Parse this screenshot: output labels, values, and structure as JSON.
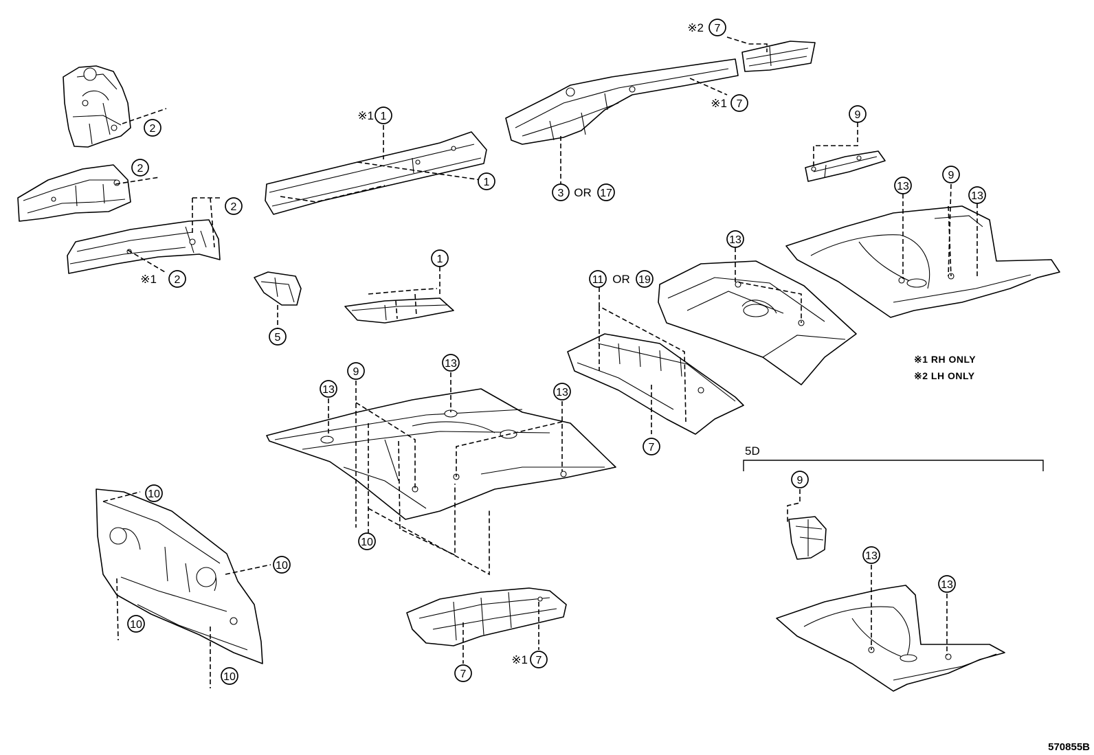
{
  "callouts": {
    "c1a": "1",
    "c1b": "1",
    "c1c": "1",
    "c2a": "2",
    "c2b": "2",
    "c2c": "2",
    "c2d": "2",
    "c3": "3",
    "c17": "17",
    "c5": "5",
    "c7a": "7",
    "c7b": "7",
    "c7c": "7",
    "c7d": "7",
    "c7e": "7",
    "c9a": "9",
    "c9b": "9",
    "c9c": "9",
    "c9d": "9",
    "c10a": "10",
    "c10b": "10",
    "c10c": "10",
    "c10d": "10",
    "c10e": "10",
    "c11": "11",
    "c19": "19",
    "c13a": "13",
    "c13b": "13",
    "c13c": "13",
    "c13d": "13",
    "c13e": "13",
    "c13f": "13",
    "c13g": "13",
    "c13h": "13"
  },
  "marks": {
    "rh": "※1",
    "lh": "※2"
  },
  "or_text": "OR",
  "notes": {
    "rh_only": "※1 RH ONLY",
    "lh_only": "※2 LH ONLY"
  },
  "variant_label": "5D",
  "figure_id": "570855B"
}
